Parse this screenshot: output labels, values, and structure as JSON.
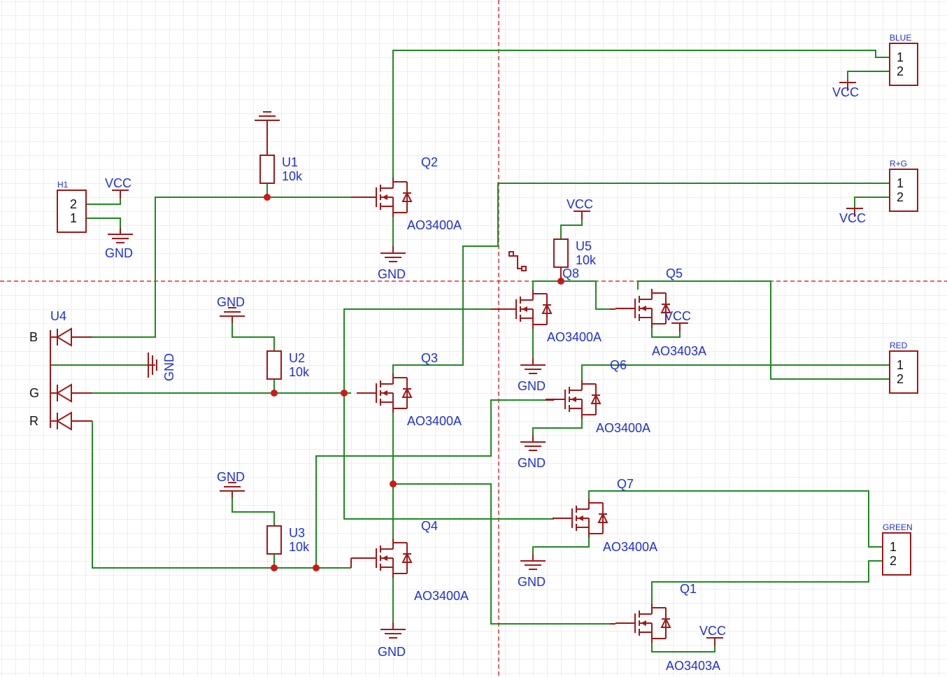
{
  "colors": {
    "background": "#ffffff",
    "grid_minor": "#dcdcdc",
    "wire": "#1f8a1f",
    "component": "#a01818",
    "label": "#1f2fd8",
    "junction": "#d01818",
    "sheet_divider": "#e03030"
  },
  "power": {
    "vcc": "VCC",
    "gnd": "GND"
  },
  "header_h1": {
    "ref": "H1",
    "pin2": "2",
    "pin1": "1"
  },
  "resistors": [
    {
      "ref": "U1",
      "value": "10k"
    },
    {
      "ref": "U2",
      "value": "10k"
    },
    {
      "ref": "U3",
      "value": "10k"
    },
    {
      "ref": "U5",
      "value": "10k"
    }
  ],
  "transistors": [
    {
      "ref": "Q1",
      "part": "AO3403A"
    },
    {
      "ref": "Q2",
      "part": "AO3400A"
    },
    {
      "ref": "Q3",
      "part": "AO3400A"
    },
    {
      "ref": "Q4",
      "part": "AO3400A"
    },
    {
      "ref": "Q5",
      "part": "AO3403A"
    },
    {
      "ref": "Q6",
      "part": "AO3400A"
    },
    {
      "ref": "Q7",
      "part": "AO3400A"
    },
    {
      "ref": "Q8",
      "part": "AO3400A"
    }
  ],
  "led_u4": {
    "ref": "U4",
    "b": "B",
    "g": "G",
    "r": "R"
  },
  "connectors": [
    {
      "name": "BLUE",
      "pin1": "1",
      "pin2": "2"
    },
    {
      "name": "R+G",
      "pin1": "1",
      "pin2": "2"
    },
    {
      "name": "RED",
      "pin1": "1",
      "pin2": "2"
    },
    {
      "name": "GREEN",
      "pin1": "1",
      "pin2": "2"
    }
  ]
}
